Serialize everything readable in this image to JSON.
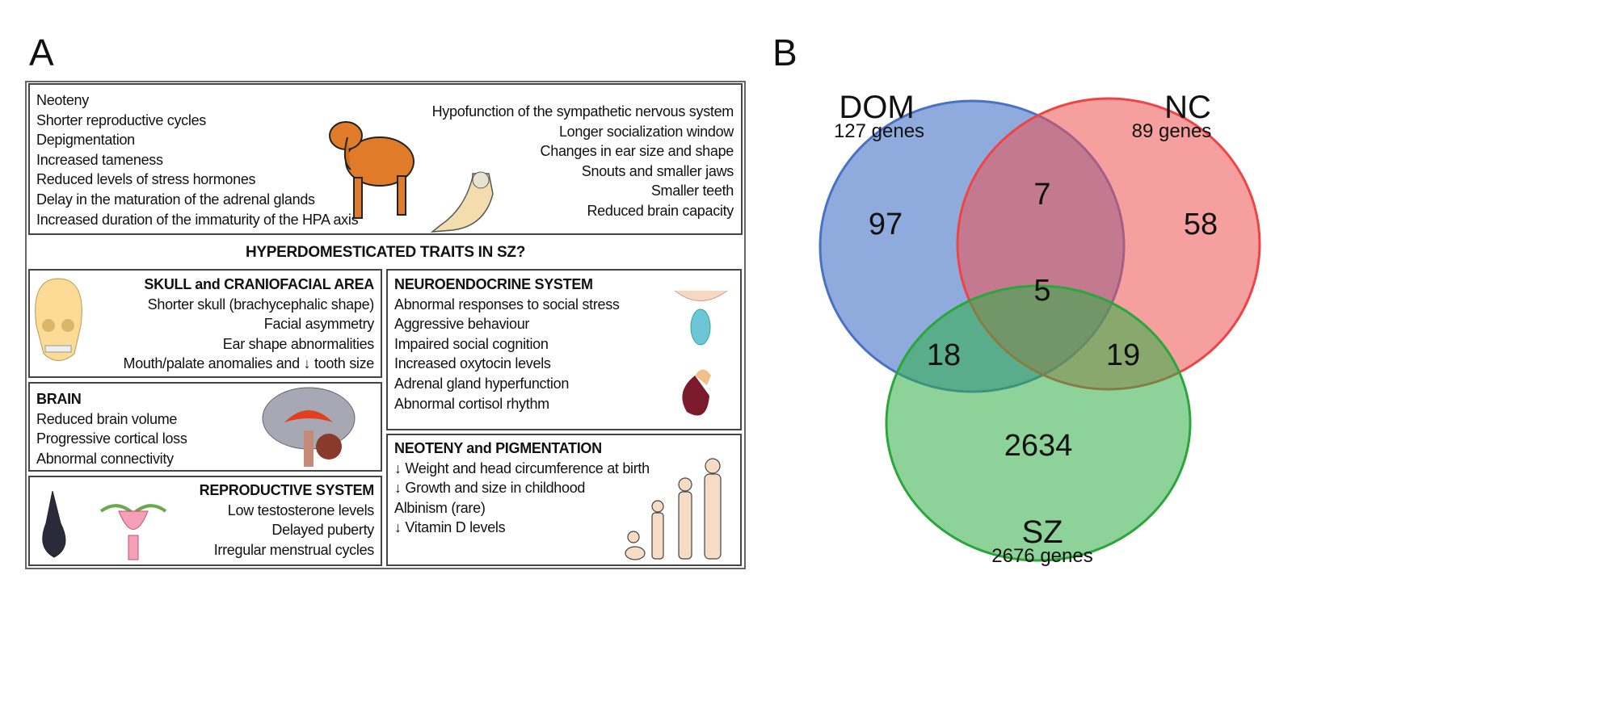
{
  "panel_a": {
    "label": "A",
    "top_left": [
      "Neoteny",
      "Shorter reproductive cycles",
      "Depigmentation",
      "Increased tameness",
      "Reduced levels of stress hormones",
      "Delay in the maturation of the adrenal glands",
      "Increased duration of the immaturity of the HPA axis"
    ],
    "top_right": [
      "Hypofunction of the sympathetic nervous system",
      "Longer socialization window",
      "Changes in ear size and shape",
      "Snouts and smaller jaws",
      "Smaller teeth",
      "Reduced brain capacity"
    ],
    "title": "HYPERDOMESTICATED TRAITS IN SZ?",
    "skull": {
      "heading": "SKULL and CRANIOFACIAL AREA",
      "items": [
        "Shorter skull (brachycephalic shape)",
        "Facial asymmetry",
        "Ear shape abnormalities",
        "Mouth/palate anomalies and ↓ tooth size"
      ]
    },
    "neuro": {
      "heading": "NEUROENDOCRINE SYSTEM",
      "items": [
        "Abnormal responses to social stress",
        "Aggressive behaviour",
        "Impaired social cognition",
        "Increased oxytocin levels",
        "Adrenal gland hyperfunction",
        "Abnormal cortisol rhythm"
      ]
    },
    "brain": {
      "heading": "BRAIN",
      "items": [
        "Reduced brain volume",
        "Progressive cortical loss",
        "Abnormal connectivity"
      ]
    },
    "neoteny": {
      "heading": "NEOTENY and PIGMENTATION",
      "items": [
        "↓ Weight and  head circumference at birth",
        "↓ Growth and size in childhood",
        "Albinism (rare)",
        "↓ Vitamin D levels"
      ]
    },
    "repro": {
      "heading": "REPRODUCTIVE SYSTEM",
      "items": [
        "Low testosterone levels",
        "Delayed puberty",
        "Irregular menstrual cycles"
      ]
    }
  },
  "panel_b": {
    "label": "B",
    "sets": [
      {
        "name": "DOM",
        "size_label": "127  genes",
        "color": "#4a76c8"
      },
      {
        "name": "NC",
        "size_label": "89  genes",
        "color": "#ee5050"
      },
      {
        "name": "SZ",
        "size_label": "2676  genes",
        "color": "#2fae45"
      }
    ],
    "regions": {
      "dom_only": "97",
      "nc_only": "58",
      "sz_only": "2634",
      "dom_nc": "7",
      "dom_sz": "18",
      "nc_sz": "19",
      "all": "5"
    }
  }
}
